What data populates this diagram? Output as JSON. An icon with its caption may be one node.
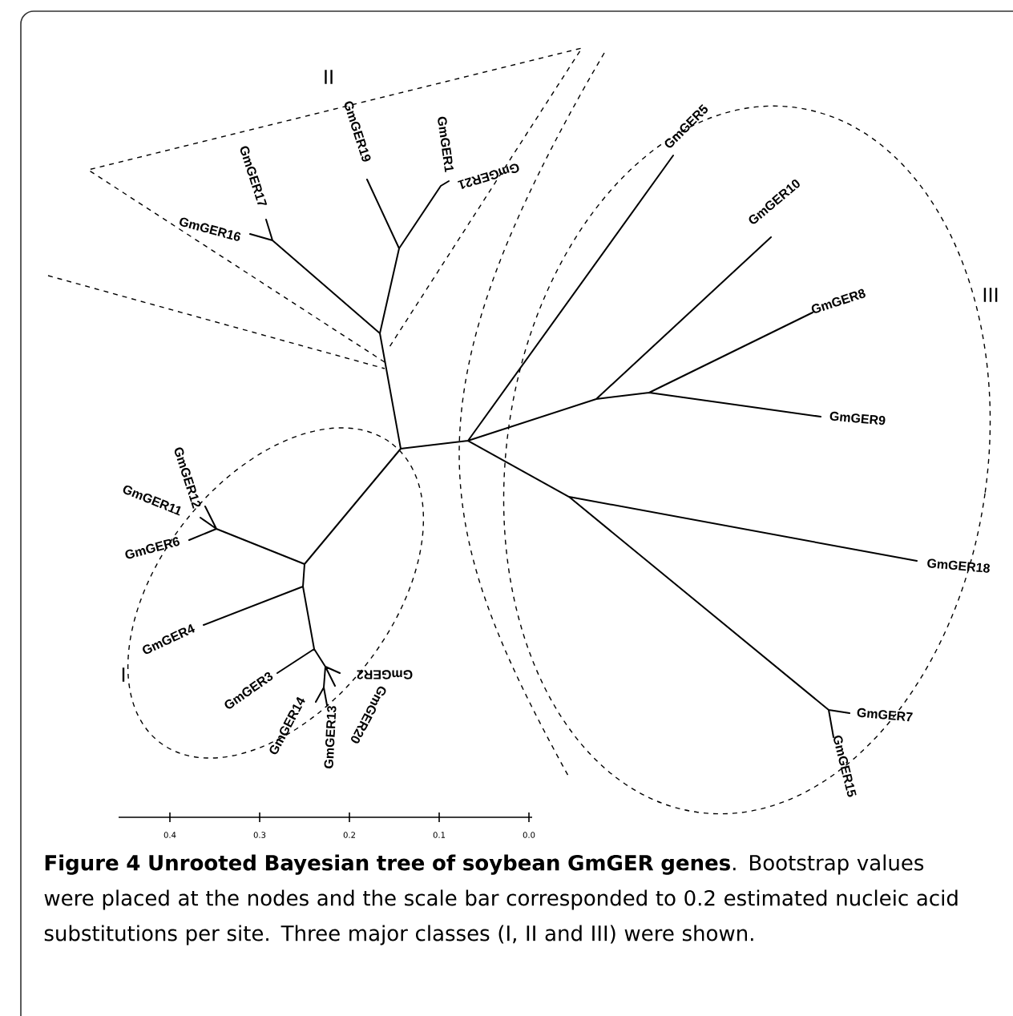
{
  "diagram": {
    "caption": "**Figure 4 Unrooted Bayesian tree of soybean GmGER genes**. Bootstrap values were placed at the nodes and the scale bar corresponded to 0.2 estimated nucleic acid substitutions per site. Three major classes (I, II and III) were shown.",
    "labels": [
      "II",
      "GmGER17",
      "GmGER19",
      "GmGER1",
      "GmGER21",
      "GmGER16",
      "GmGER5",
      "GmGER10",
      "III",
      "GmGER8",
      "GmGER9",
      "GmGER12",
      "GmGER11",
      "GmGER6",
      "GmGER18",
      "GmGER4",
      "I",
      "GmGER3",
      "GmGER2",
      "GmGER7",
      "GmGER14",
      "GmGER13",
      "GmGER20",
      "GmGER15",
      "0.4",
      "0.3",
      "0.2",
      "0.1",
      "0.0"
    ]
  }
}
